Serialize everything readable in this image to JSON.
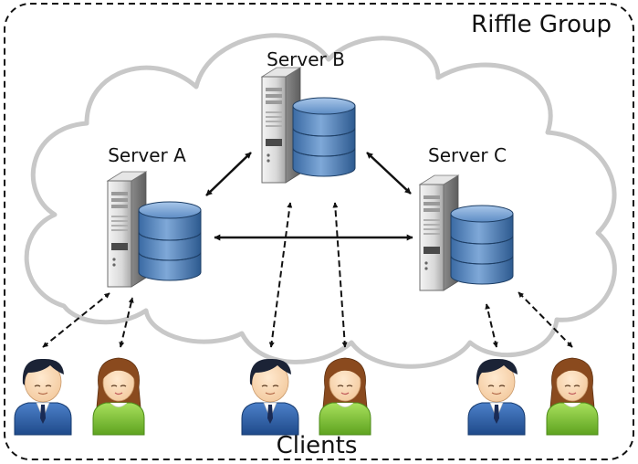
{
  "group": {
    "title": "Riffle Group"
  },
  "servers": [
    {
      "id": "a",
      "label": "Server A",
      "icon": "server-database-icon"
    },
    {
      "id": "b",
      "label": "Server B",
      "icon": "server-database-icon"
    },
    {
      "id": "c",
      "label": "Server C",
      "icon": "server-database-icon"
    }
  ],
  "clients": {
    "label": "Clients",
    "people": [
      {
        "type": "male-user-icon"
      },
      {
        "type": "female-user-icon"
      },
      {
        "type": "male-user-icon"
      },
      {
        "type": "female-user-icon"
      },
      {
        "type": "male-user-icon"
      },
      {
        "type": "female-user-icon"
      }
    ]
  },
  "colors": {
    "cloud_stroke": "#c8c8c8",
    "db_blue": "#4f7fb6",
    "male_shirt": "#2f5fa8",
    "female_shirt": "#7fc23a"
  }
}
